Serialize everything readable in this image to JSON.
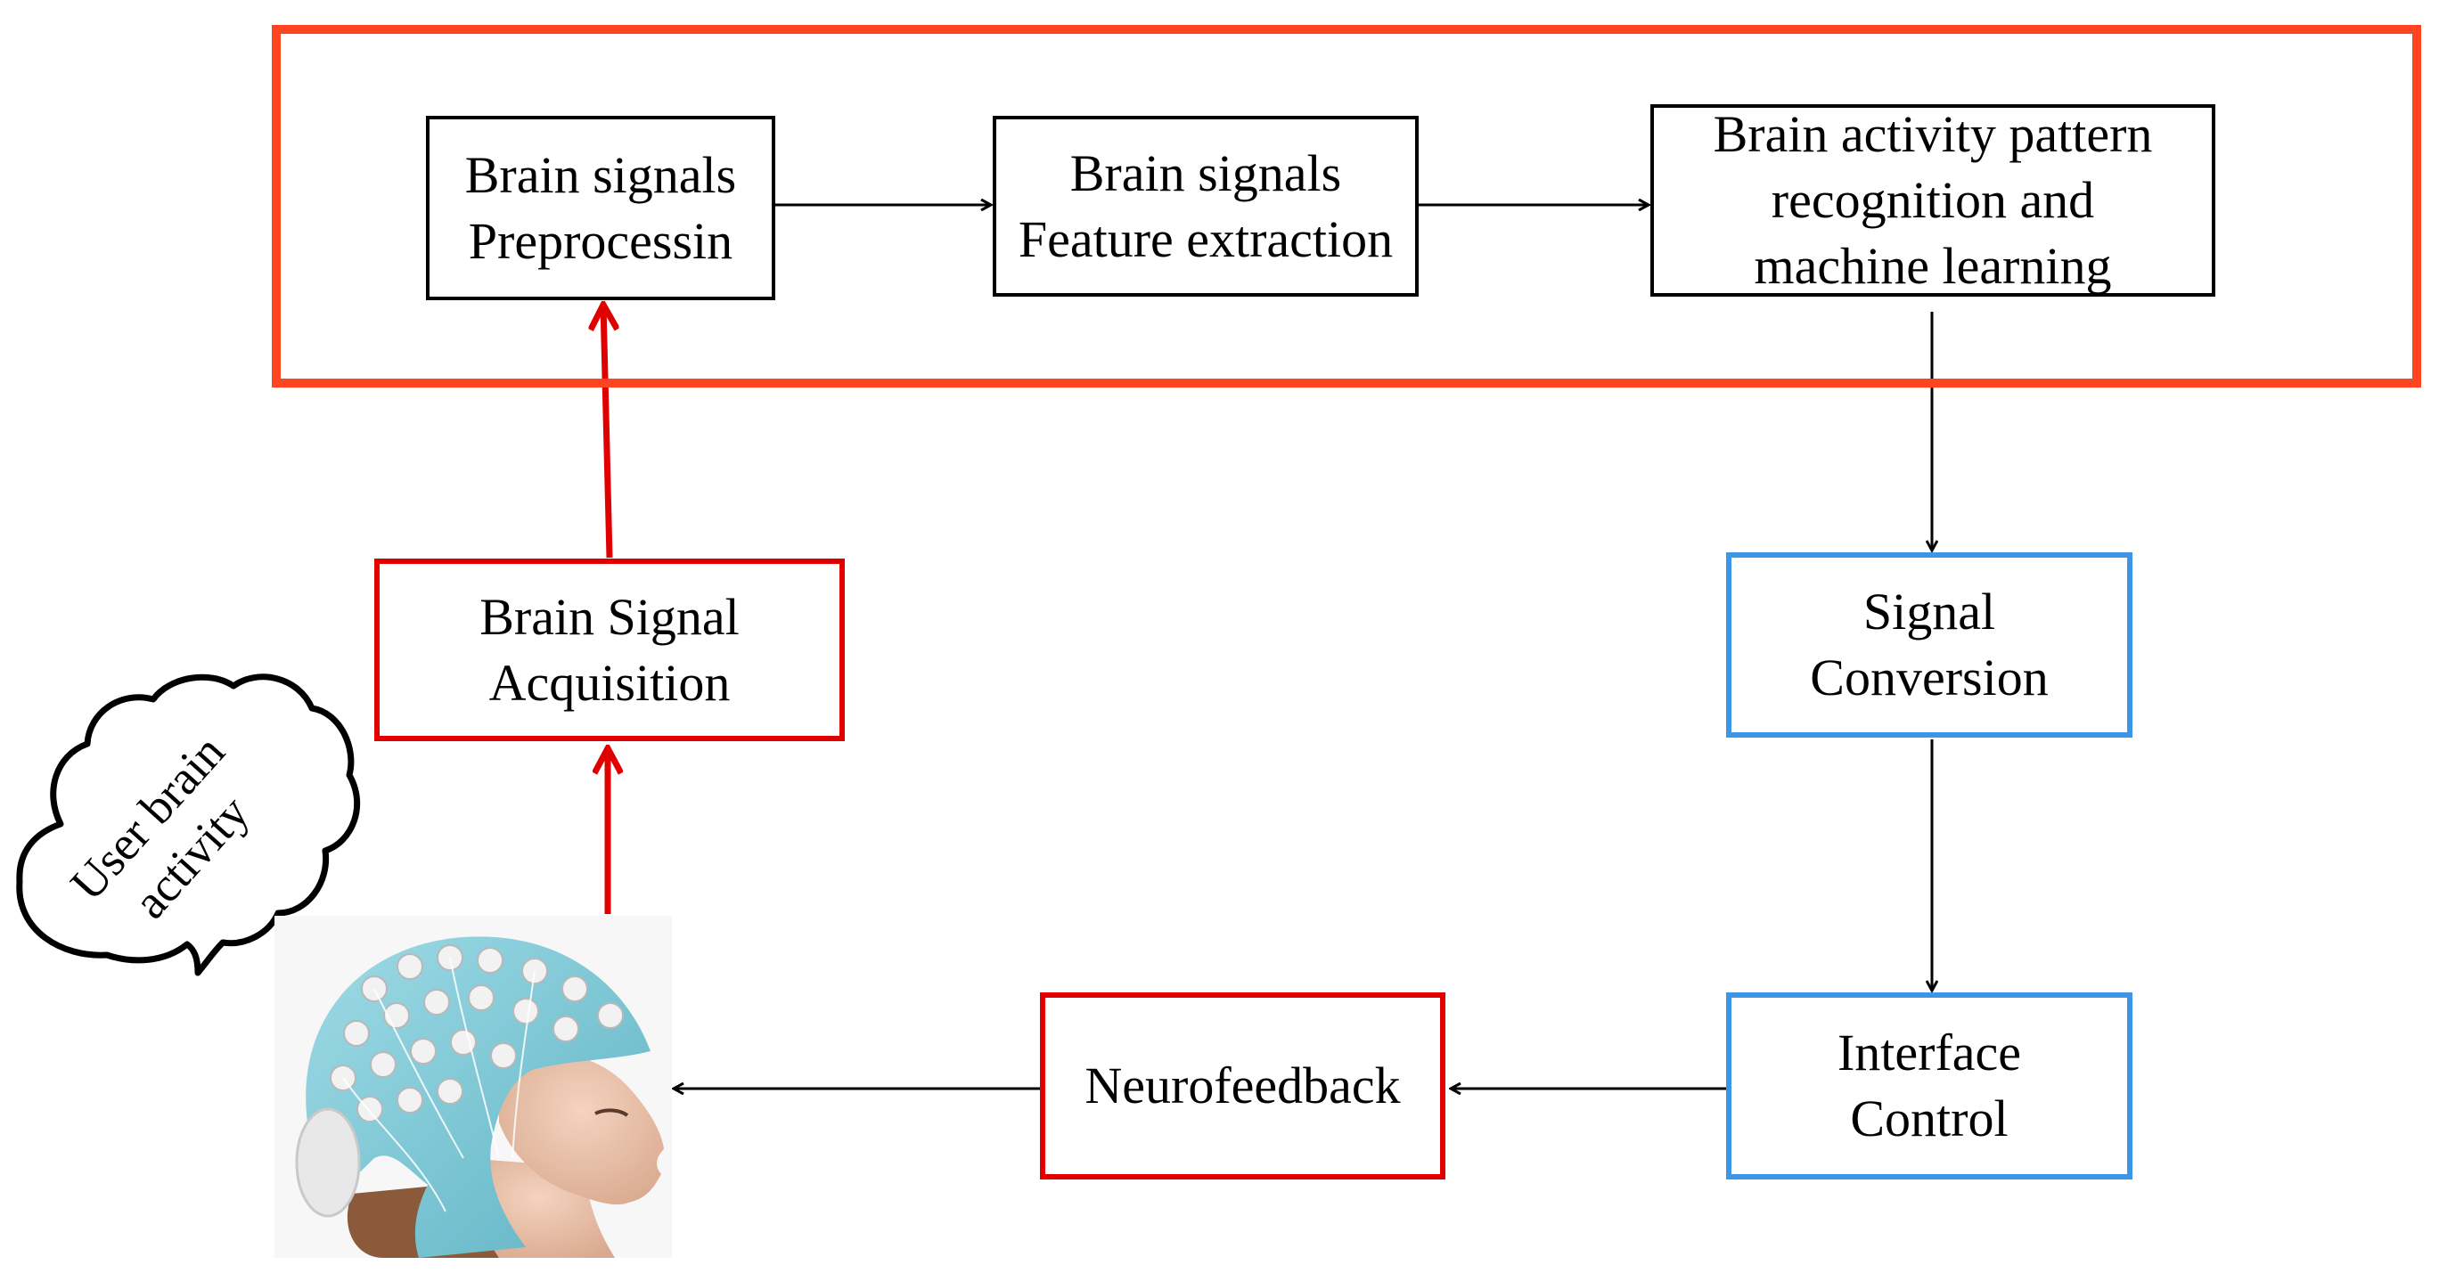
{
  "blocks": {
    "preprocessing": "Brain signals\nPreprocessin",
    "feature_extraction": "Brain signals\nFeature extraction",
    "pattern_recognition": "Brain activity pattern\nrecognition and\nmachine learning",
    "acquisition": "Brain Signal\nAcquisition",
    "signal_conversion": "Signal\nConversion",
    "interface_control": "Interface\nControl",
    "neurofeedback": "Neurofeedback"
  },
  "thought_bubble": "User brain\nactivity",
  "colors": {
    "processing_frame": "#ff4422",
    "red_box": "#e00000",
    "blue_box": "#3d95e6",
    "cap": "#7ec8d6",
    "arrow": "#000000",
    "red_arrow": "#e00000"
  }
}
